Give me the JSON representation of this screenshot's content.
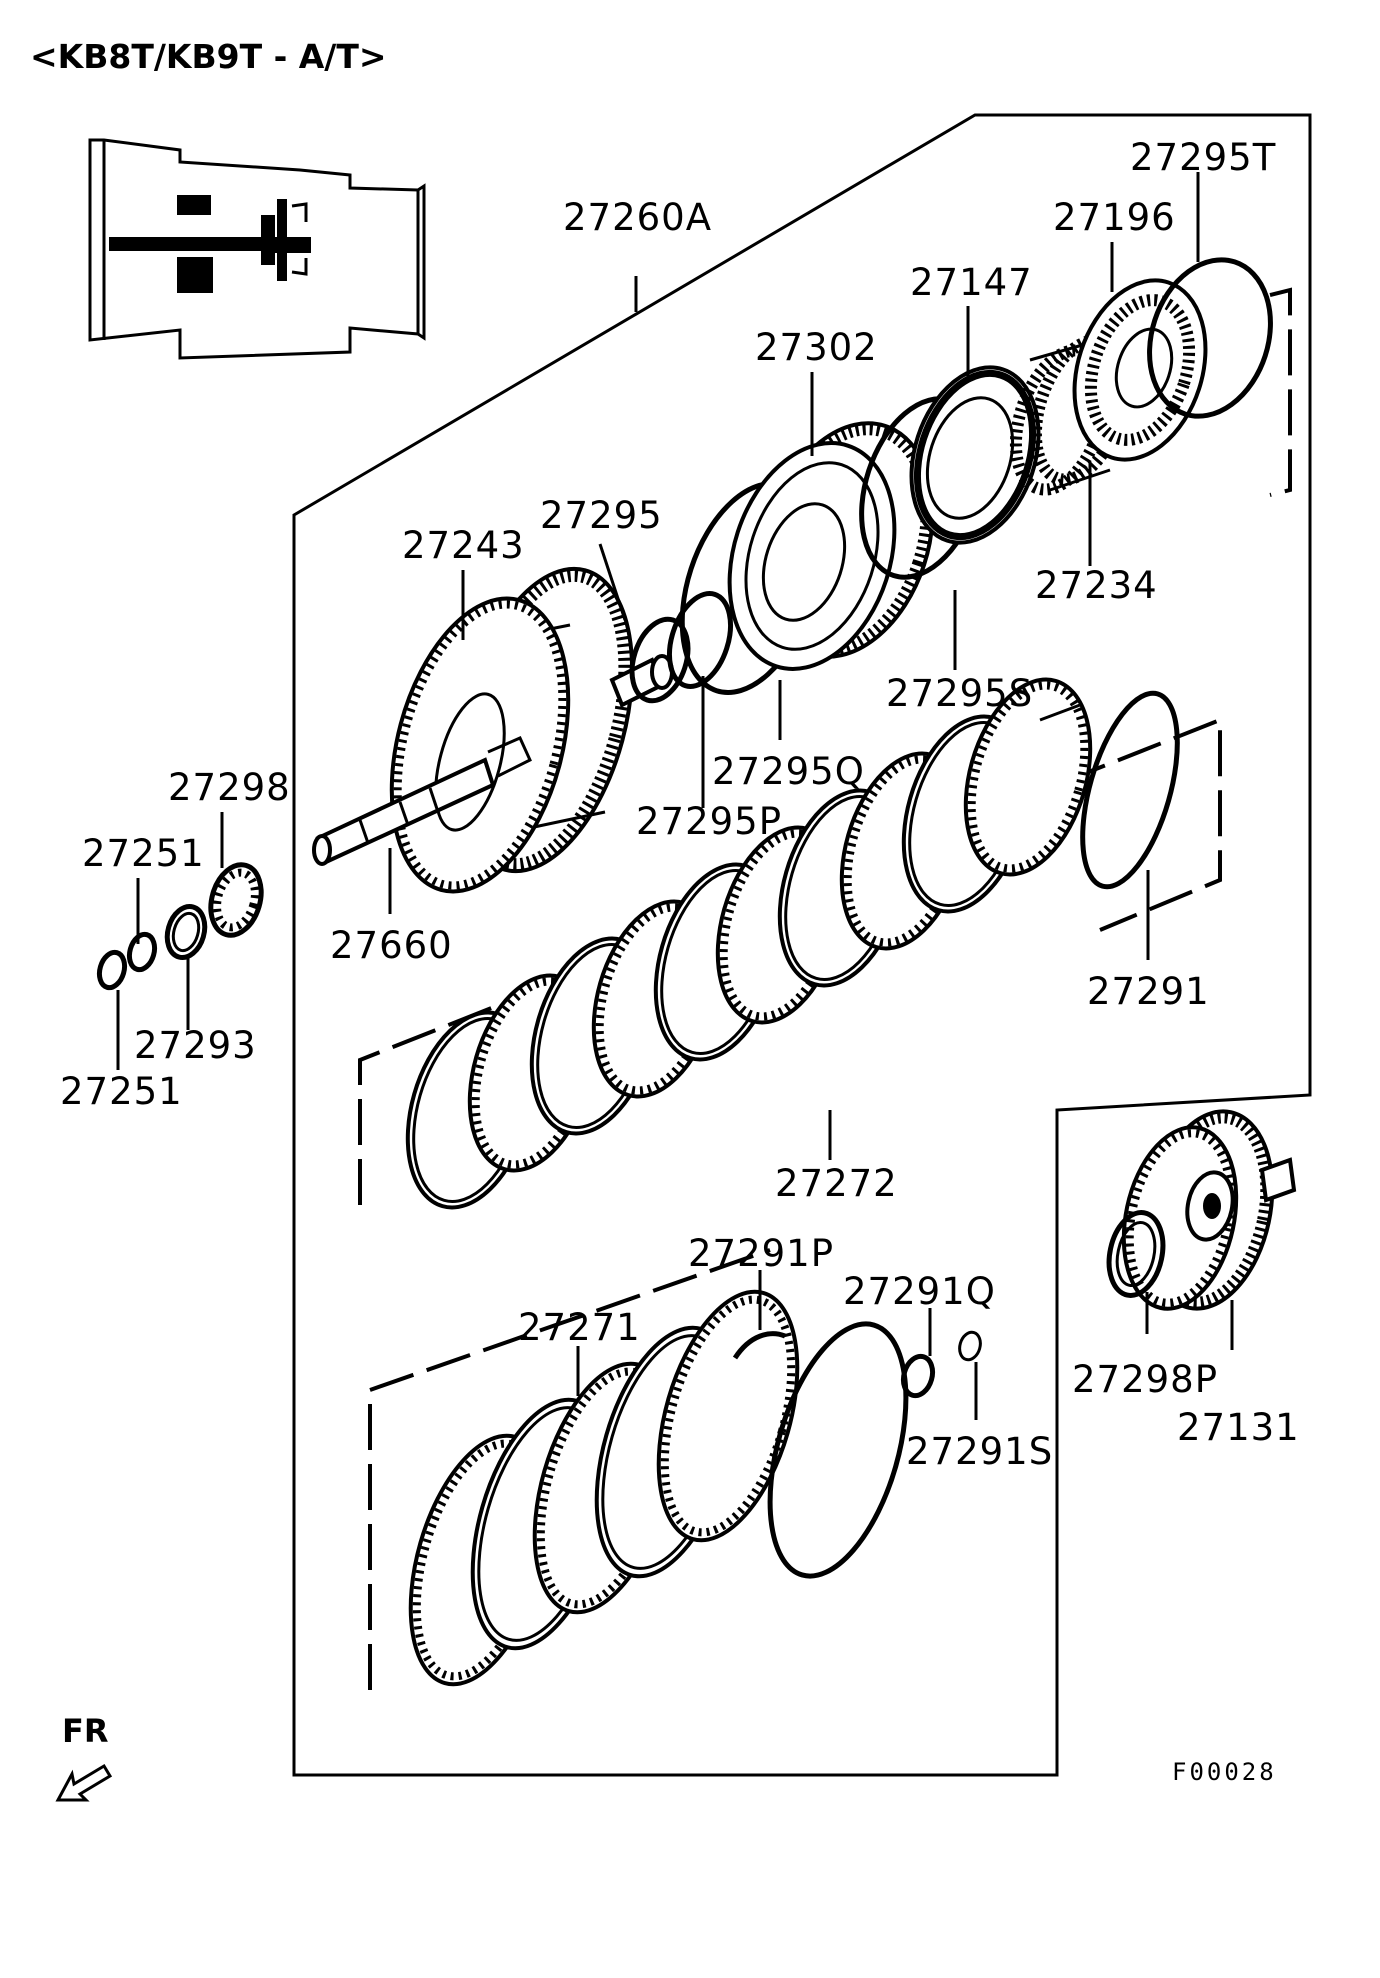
{
  "title": "<KB8T/KB9T - A/T>",
  "figure_code": "F00028",
  "front_indicator": "FR",
  "parts": {
    "p27295T": "27295T",
    "p27196": "27196",
    "p27260A": "27260A",
    "p27147": "27147",
    "p27302": "27302",
    "p27295": "27295",
    "p27243": "27243",
    "p27234": "27234",
    "p27295S": "27295S",
    "p27295Q": "27295Q",
    "p27295P": "27295P",
    "p27298": "27298",
    "p27251a": "27251",
    "p27660": "27660",
    "p27293": "27293",
    "p27251b": "27251",
    "p27291": "27291",
    "p27272": "27272",
    "p27291P": "27291P",
    "p27291Q": "27291Q",
    "p27271": "27271",
    "p27291S": "27291S",
    "p27298P": "27298P",
    "p27131": "27131"
  }
}
